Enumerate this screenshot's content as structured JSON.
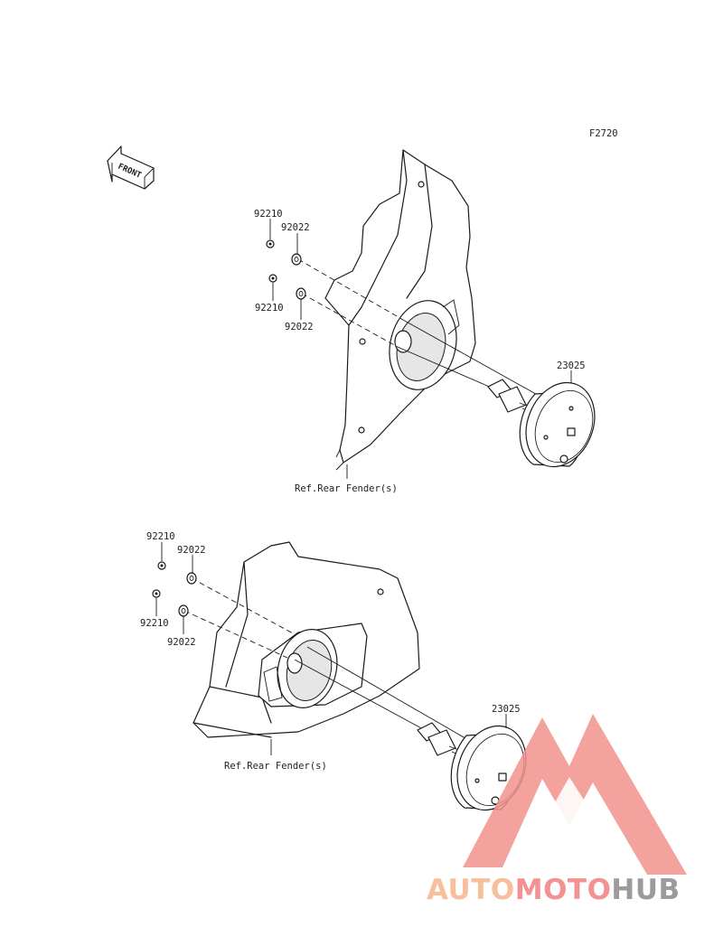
{
  "figure_code": "F2720",
  "front_arrow_label": "FRONT",
  "upper_assembly": {
    "nut_top": "92210",
    "washer_top": "92022",
    "nut_bottom": "92210",
    "washer_bottom": "92022",
    "light_part": "23025",
    "reference": "Ref.Rear Fender(s)"
  },
  "lower_assembly": {
    "nut_top": "92210",
    "washer_top": "92022",
    "nut_bottom": "92210",
    "washer_bottom": "92022",
    "light_part": "23025",
    "reference": "Ref.Rear Fender(s)"
  },
  "watermark": {
    "part1": "AUTO",
    "part2": "MOTO",
    "part3": "HUB",
    "colors": {
      "orange": "#f6b48a",
      "red": "#f08080",
      "gray": "#8a8a8a",
      "logo": "#f3928c"
    }
  }
}
